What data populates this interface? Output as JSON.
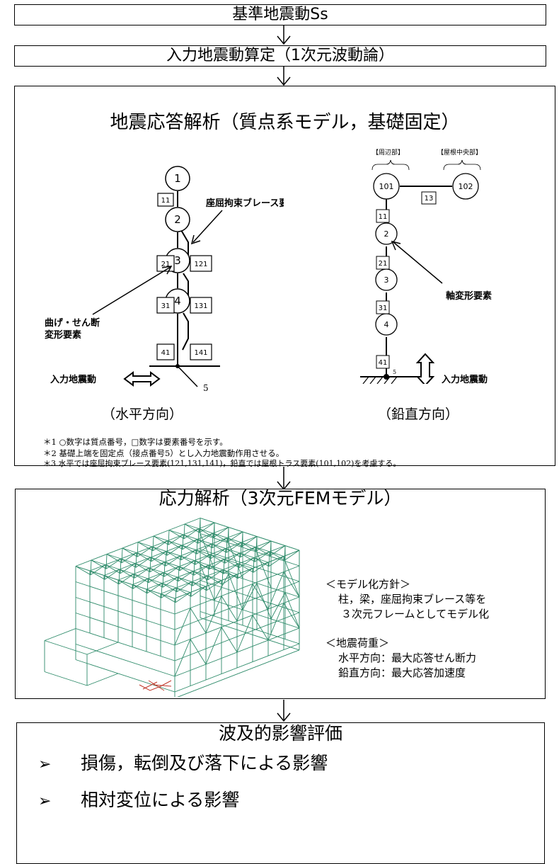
{
  "flow": {
    "step1": "基準地震動Ss",
    "step2": "入力地震動算定（1次元波動論）",
    "step3": {
      "title": "地震応答解析（質点系モデル，基礎固定）",
      "horizontal": {
        "nodes": [
          "1",
          "2",
          "3",
          "4"
        ],
        "elements_left": [
          "11",
          "21",
          "31",
          "41"
        ],
        "elements_right": [
          "121",
          "131",
          "141"
        ],
        "brace_label": "座屈拘束ブレース要素",
        "bend_label_1": "曲げ・せん断",
        "bend_label_2": "変形要素",
        "input_label": "入力地震動",
        "fixed_point": "5",
        "caption": "（水平方向）"
      },
      "vertical": {
        "group_left": "【周辺部】",
        "group_right": "【屋根中央部】",
        "nodes": [
          "101",
          "102",
          "2",
          "3",
          "4"
        ],
        "elements": [
          "13",
          "11",
          "21",
          "31",
          "41"
        ],
        "fixed_point": "5",
        "axial_label": "軸変形要素",
        "input_label": "入力地震動",
        "caption": "（鉛直方向）"
      },
      "notes": [
        "＊1 ○数字は質点番号，□数字は要素番号を示す。",
        "＊2 基礎上端を固定点（接点番号5）とし入力地震動作用させる。",
        "＊3 水平では座屈拘束ブレース要素(121,131,141)，鉛直では屋根トラス要素(101,102)を考慮する。"
      ]
    },
    "step4": {
      "title": "応力解析（3次元FEMモデル）",
      "policy_heading": "＜モデル化方針＞",
      "policy_line1": "柱，梁，座屈拘束ブレース等を",
      "policy_line2": "３次元フレームとしてモデル化",
      "load_heading": "＜地震荷重＞",
      "load_line1": "水平方向：最大応答せん断力",
      "load_line2": "鉛直方向：最大応答加速度"
    },
    "step5": {
      "title": "波及的影響評価",
      "bullet_glyph": "➢",
      "items": [
        "損傷，転倒及び落下による影響",
        "相対変位による影響"
      ]
    }
  },
  "colors": {
    "fem_line": "#2e8b6a",
    "fem_base": "#c0392b",
    "frame": "#000000"
  }
}
